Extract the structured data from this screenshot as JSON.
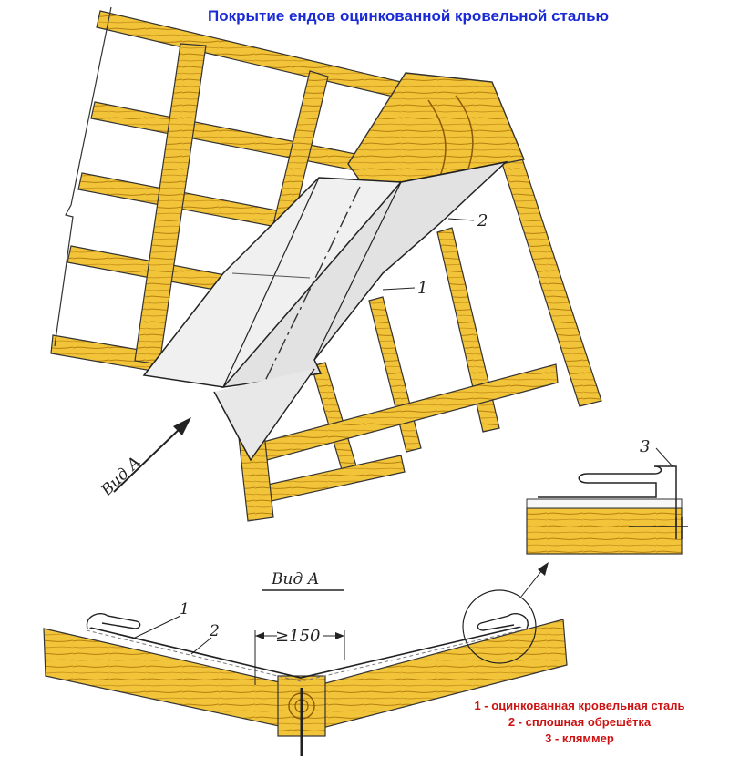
{
  "title": "Покрытие ендов оцинкованной кровельной сталью",
  "labels": {
    "vid_a_arrow": "Вид А",
    "vid_a_section": "Вид А",
    "num1": "1",
    "num2": "2",
    "num3": "3",
    "dimension": "≥150"
  },
  "legend": [
    "1 - оцинкованная кровельная сталь",
    "2 - сплошная обрешётка",
    "3 - кляммер"
  ],
  "colors": {
    "title": "#1a2bd6",
    "legend": "#cc1111",
    "wood": "#f2c43a",
    "wood_dark": "#b07a12",
    "steel": "#ececec",
    "outline": "#222222"
  }
}
